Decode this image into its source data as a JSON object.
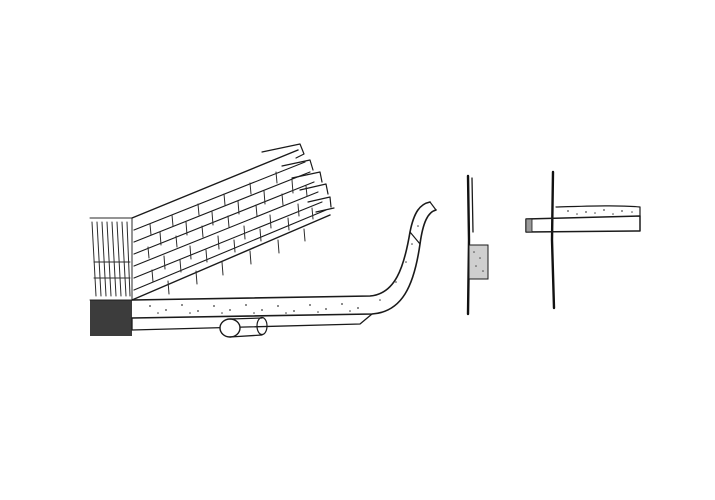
{
  "drawing": {
    "kind": "pencil-sketch",
    "subject": "stone-wall-and-slab-sections",
    "ink_color": "#1a1a1a",
    "paper_color": "#ffffff",
    "stipple_color": "#3a3a3a"
  },
  "figures": [
    {
      "name": "stone-wall-perspective"
    },
    {
      "name": "curved-slab"
    },
    {
      "name": "support-roller"
    },
    {
      "name": "wall-section-left"
    },
    {
      "name": "wall-section-right"
    },
    {
      "name": "cantilever-slab"
    }
  ]
}
